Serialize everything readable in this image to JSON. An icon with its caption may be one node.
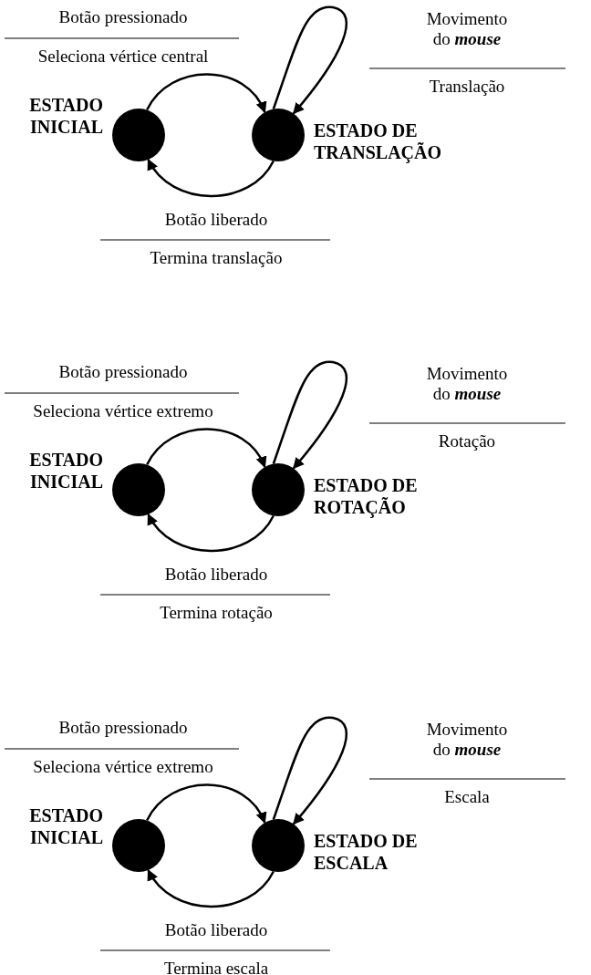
{
  "diagram": {
    "nodes": [
      {
        "text": [
          "ESTADO INICIAL"
        ]
      },
      {
        "text": [
          "ESTADO DE TRANSLAÇÃO"
        ]
      },
      {
        "text": [
          "ESTADO INICIAL"
        ]
      },
      {
        "text": [
          "ESTADO DE ROTAÇÃO"
        ]
      },
      {
        "text": [
          "ESTADO INICIAL"
        ]
      },
      {
        "text": [
          "ESTADO DE ESCALA"
        ]
      }
    ],
    "edges": [
      {
        "from": 0,
        "to": 1,
        "arrow": "to",
        "label": "Botão pressionado"
      },
      {
        "from": 1,
        "to": 1,
        "arrow": "to",
        "label": "Movimento do **mouse**"
      },
      {
        "from": 1,
        "to": 0,
        "arrow": "to",
        "label": "Botão liberado"
      },
      {
        "from": 2,
        "to": 3,
        "arrow": "to",
        "label": "Botão pressionado"
      },
      {
        "from": 3,
        "to": 3,
        "arrow": "to",
        "label": "Movimento do **mouse**"
      },
      {
        "from": 3,
        "to": 2,
        "arrow": "to",
        "label": "Botão liberado"
      },
      {
        "from": 4,
        "to": 5,
        "arrow": "to",
        "label": "Botão pressionado"
      },
      {
        "from": 5,
        "to": 5,
        "arrow": "to",
        "label": "Movimento do **mouse**"
      },
      {
        "from": 5,
        "to": 4,
        "arrow": "to",
        "label": "Botão liberado"
      }
    ],
    "labels": [
      "Seleciona vértice central",
      "Translação",
      "Termina translação",
      "Seleciona vértice extremo",
      "Rotação",
      "Termina rotação",
      "Seleciona vértice extremo",
      "Escala",
      "Termina escala"
    ]
  }
}
